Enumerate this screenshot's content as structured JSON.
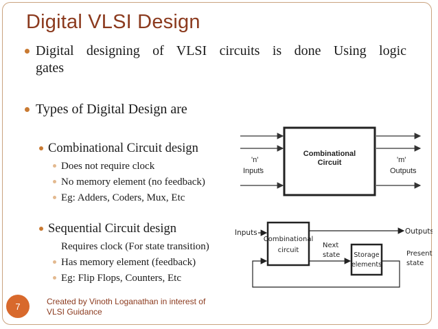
{
  "slide": {
    "title": "Digital VLSI Design",
    "bullet1_line1": "Digital designing of VLSI  circuits is done Using logic",
    "bullet1_line2": "gates",
    "bullet2": "Types of Digital Design are",
    "combinational": {
      "heading": "Combinational Circuit design",
      "items": [
        "Does not require clock",
        "No memory element (no feedback)",
        "Eg: Adders, Coders, Mux, Etc"
      ]
    },
    "sequential": {
      "heading": "Sequential Circuit design",
      "items": [
        "Requires clock (For state transition)",
        "Has memory element (feedback)",
        "Eg: Flip Flops, Counters, Etc"
      ]
    },
    "footer": {
      "page_number": "7",
      "line1": "Created by Vinoth Loganathan in interest of",
      "line2": "VLSI Guidance"
    }
  },
  "diagram_combinational": {
    "box_line1": "Combinational",
    "box_line2": "Circuit",
    "in_line1": "'n'",
    "in_line2": "Inputs",
    "out_line1": "'m'",
    "out_line2": "Outputs"
  },
  "diagram_sequential": {
    "inputs": "Inputs",
    "outputs": "Outputs",
    "comb_line1": "Combinational",
    "comb_line2": "circuit",
    "next_line1": "Next",
    "next_line2": "state",
    "storage_line1": "Storage",
    "storage_line2": "elements",
    "present_line1": "Present",
    "present_line2": "state"
  },
  "colors": {
    "title": "#8b3a1e",
    "bullet": "#c97a32",
    "badge": "#d8692c",
    "frame": "#c9a27e"
  }
}
